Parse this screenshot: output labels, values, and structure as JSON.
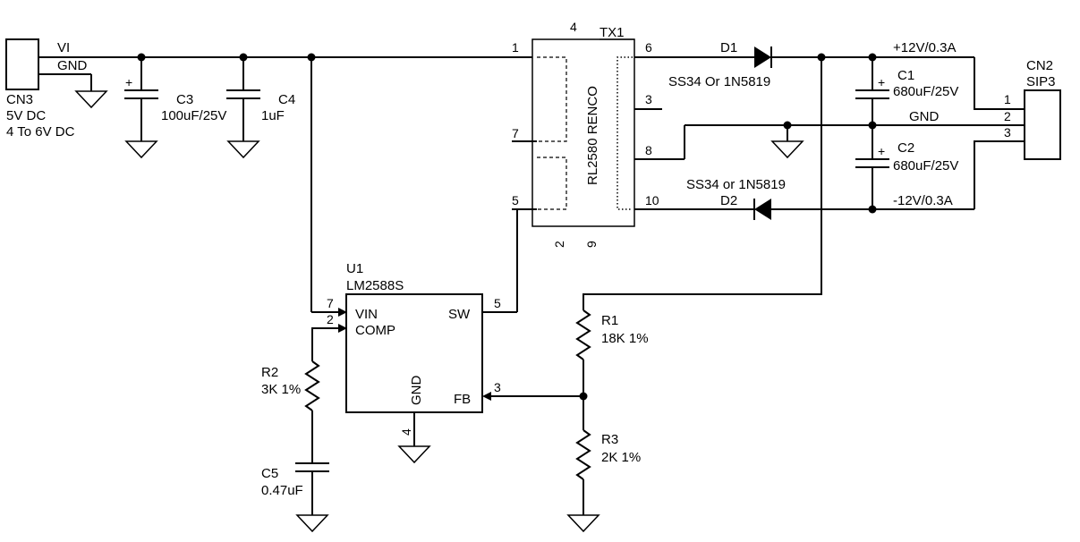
{
  "cn3": {
    "ref": "CN3",
    "pin_vi": "VI",
    "pin_gnd": "GND",
    "voltage": "5V  DC",
    "range": "4 To 6V DC"
  },
  "c3": {
    "ref": "C3",
    "value": "100uF/25V",
    "polarity": "+"
  },
  "c4": {
    "ref": "C4",
    "value": "1uF"
  },
  "tx1": {
    "ref": "TX1",
    "part": "RL2580 RENCO",
    "pins": {
      "p1": "1",
      "p2": "2",
      "p3": "3",
      "p4": "4",
      "p5": "5",
      "p6": "6",
      "p7": "7",
      "p8": "8",
      "p9": "9",
      "p10": "10"
    }
  },
  "d1": {
    "ref": "D1",
    "part": "SS34 Or 1N5819"
  },
  "d2": {
    "ref": "D2",
    "part": "SS34 or 1N5819"
  },
  "c1": {
    "ref": "C1",
    "value": "680uF/25V",
    "polarity": "+"
  },
  "c2": {
    "ref": "C2",
    "value": "680uF/25V",
    "polarity": "+"
  },
  "rails": {
    "pos": "+12V/0.3A",
    "gnd": "GND",
    "neg": "-12V/0.3A"
  },
  "cn2": {
    "ref": "CN2",
    "type": "SIP3",
    "pin1": "1",
    "pin2": "2",
    "pin3": "3"
  },
  "u1": {
    "ref": "U1",
    "part": "LM2588S",
    "vin": "VIN",
    "comp": "COMP",
    "sw": "SW",
    "fb": "FB",
    "gnd": "GND",
    "pin_vin": "7",
    "pin_comp": "2",
    "pin_sw": "5",
    "pin_fb": "3",
    "pin_gnd": "4"
  },
  "r1": {
    "ref": "R1",
    "value": "18K 1%"
  },
  "r2": {
    "ref": "R2",
    "value": "3K 1%"
  },
  "r3": {
    "ref": "R3",
    "value": "2K  1%"
  },
  "c5": {
    "ref": "C5",
    "value": "0.47uF"
  },
  "sw_net_pin": "5"
}
